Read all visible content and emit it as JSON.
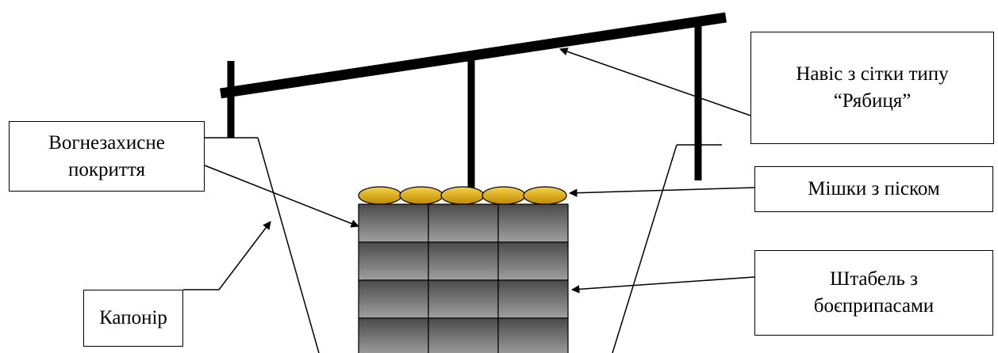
{
  "labels": {
    "canopy": [
      "Навіс з сітки типу",
      "“Рябиця”"
    ],
    "fireproof": [
      "Вогнезахисне",
      "покриття"
    ],
    "sandbags": [
      "Мішки з піском"
    ],
    "stack": [
      "Штабель з",
      "боєприпасами"
    ],
    "caponier": [
      "Капонір"
    ]
  },
  "colors": {
    "line": "#000000",
    "sandbag_fill": "#d9a400",
    "sandbag_highlight": "#f5d24a",
    "brick_dark": "#4a4a4a",
    "brick_light": "#9a9a9a"
  }
}
